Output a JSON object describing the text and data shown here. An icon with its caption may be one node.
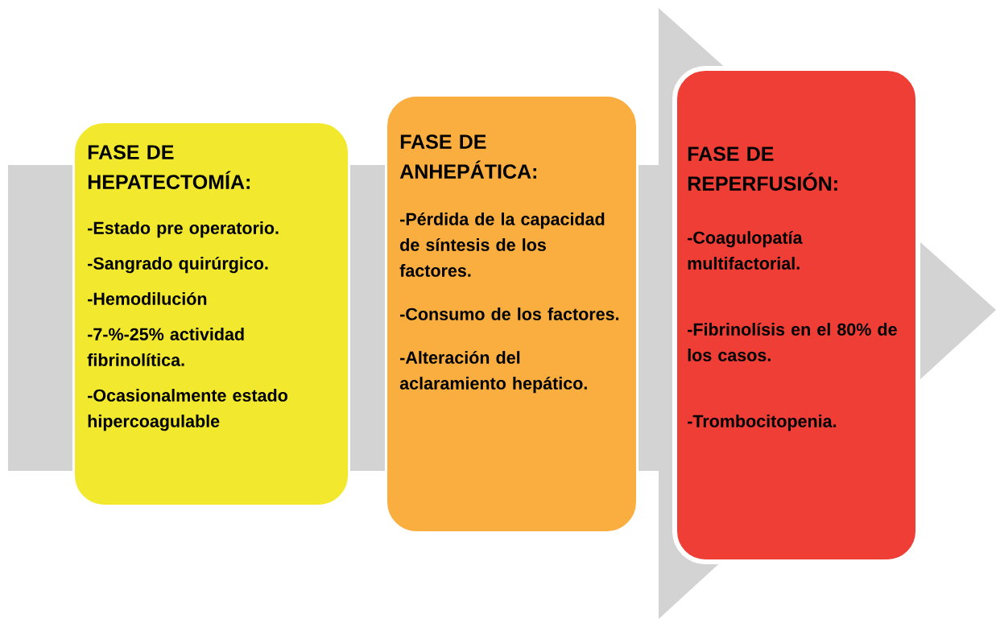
{
  "diagram": {
    "nodes": [
      {
        "text": [
          "FASE DE HEPATECTOMÍA:",
          "-Estado pre operatorio.",
          "-Sangrado quirúrgico.",
          "-Hemodilución",
          "-7-%-25% actividad fibrinolítica.",
          "-Ocasionalmente estado hipercoagulable"
        ]
      },
      {
        "text": [
          "FASE DE ANHEPÁTICA:",
          "-Pérdida de la capacidad de síntesis de los factores.",
          "-Consumo de los factores.",
          "-Alteración del aclaramiento hepático."
        ]
      },
      {
        "text": [
          "FASE DE REPERFUSIÓN:",
          "-Coagulopatía multifactorial.",
          "-Fibrinolísis en el 80% de los casos.",
          "-Trombocitopenia."
        ]
      }
    ]
  }
}
